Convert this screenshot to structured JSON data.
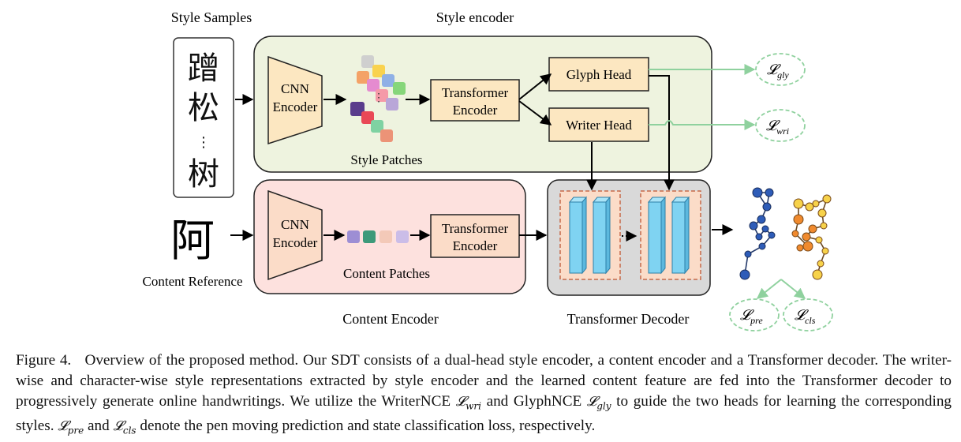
{
  "labels": {
    "style_samples": "Style Samples",
    "style_encoder": "Style encoder",
    "cnn_encoder_line1": "CNN",
    "cnn_encoder_line2": "Encoder",
    "transformer_line1": "Transformer",
    "transformer_line2": "Encoder",
    "glyph_head": "Glyph Head",
    "writer_head": "Writer Head",
    "style_patches": "Style Patches",
    "content_reference": "Content Reference",
    "content_patches": "Content Patches",
    "content_encoder": "Content Encoder",
    "transformer_decoder": "Transformer Decoder"
  },
  "losses": {
    "L_symbol": "𝓛",
    "gly": "gly",
    "wri": "wri",
    "pre": "pre",
    "cls": "cls"
  },
  "handwriting": {
    "style_chars": [
      "蹭",
      "松",
      "⋮",
      "树"
    ],
    "content_char": "阿"
  },
  "caption": {
    "prefix": "Figure 4.",
    "part1": "Overview of the proposed method. Our SDT consists of a dual-head style encoder, a content encoder and a Transformer decoder. The writer-wise and character-wise style representations extracted by style encoder and the learned content feature are fed into the Transformer decoder to progressively generate online handwritings. We utilize the WriterNCE",
    "part2": "and GlyphNCE",
    "part3": "to guide the two heads for learning the corresponding styles.",
    "part4": "and",
    "part5": "denote the pen moving prediction and state classification loss, respectively."
  },
  "colors": {
    "style_panel": "#eef3df",
    "content_panel": "#fde1de",
    "decoder_panel": "#d9d9d9",
    "encoder_box": "#fce7c1",
    "content_box": "#fbdcc8",
    "loss_green": "#8fd19e",
    "cuboid": "#7fd3f2"
  }
}
